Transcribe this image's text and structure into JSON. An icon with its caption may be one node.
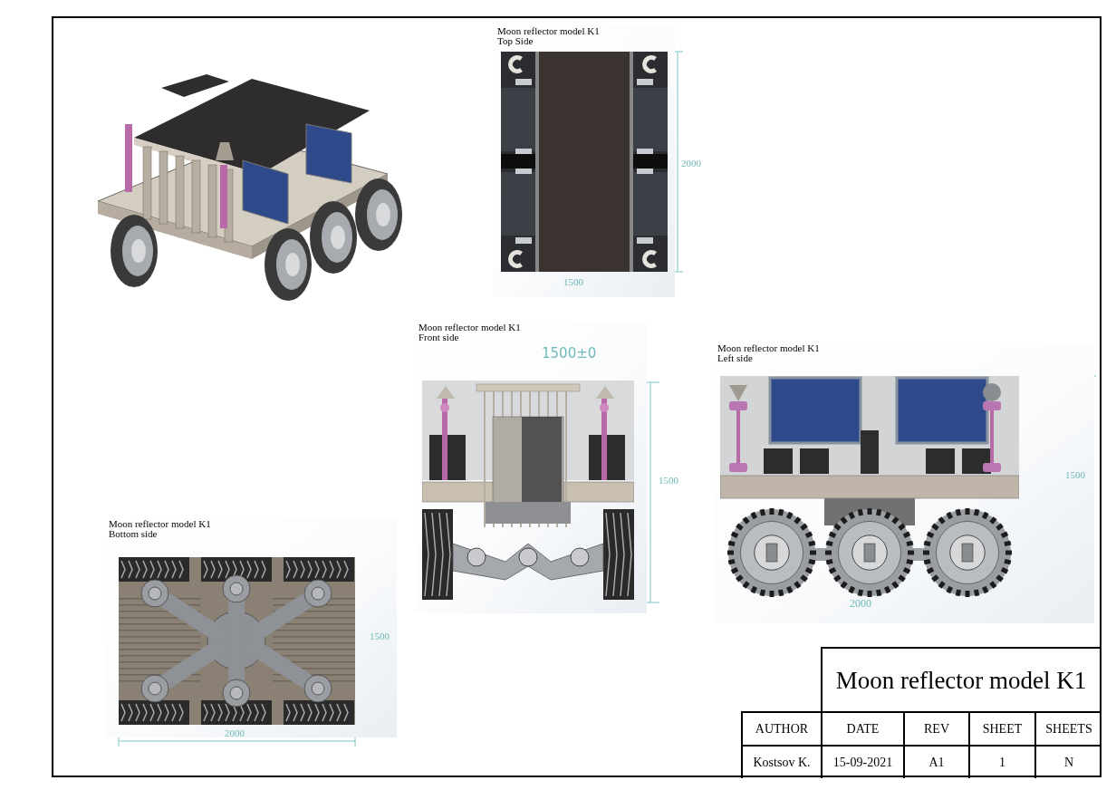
{
  "diagram": {
    "title": "Moon reflector model K1",
    "nodes": [
      {
        "text": [
          "Moon reflector model K1",
          "Top Side"
        ]
      },
      {
        "text": [
          "Moon reflector model K1",
          "Front side"
        ]
      },
      {
        "text": [
          "Moon reflector model K1",
          "Left side"
        ]
      },
      {
        "text": [
          "Moon reflector model K1",
          "Bottom side"
        ]
      }
    ],
    "labels": [
      "2000",
      "1500",
      "1500±0",
      "1500",
      "1500",
      "2000",
      "1500",
      "2000",
      "AUTHOR",
      "DATE",
      "REV",
      "SHEET",
      "SHEETS",
      "Kostsov K.",
      "15-09-2021",
      "A1",
      "1",
      "N"
    ]
  }
}
